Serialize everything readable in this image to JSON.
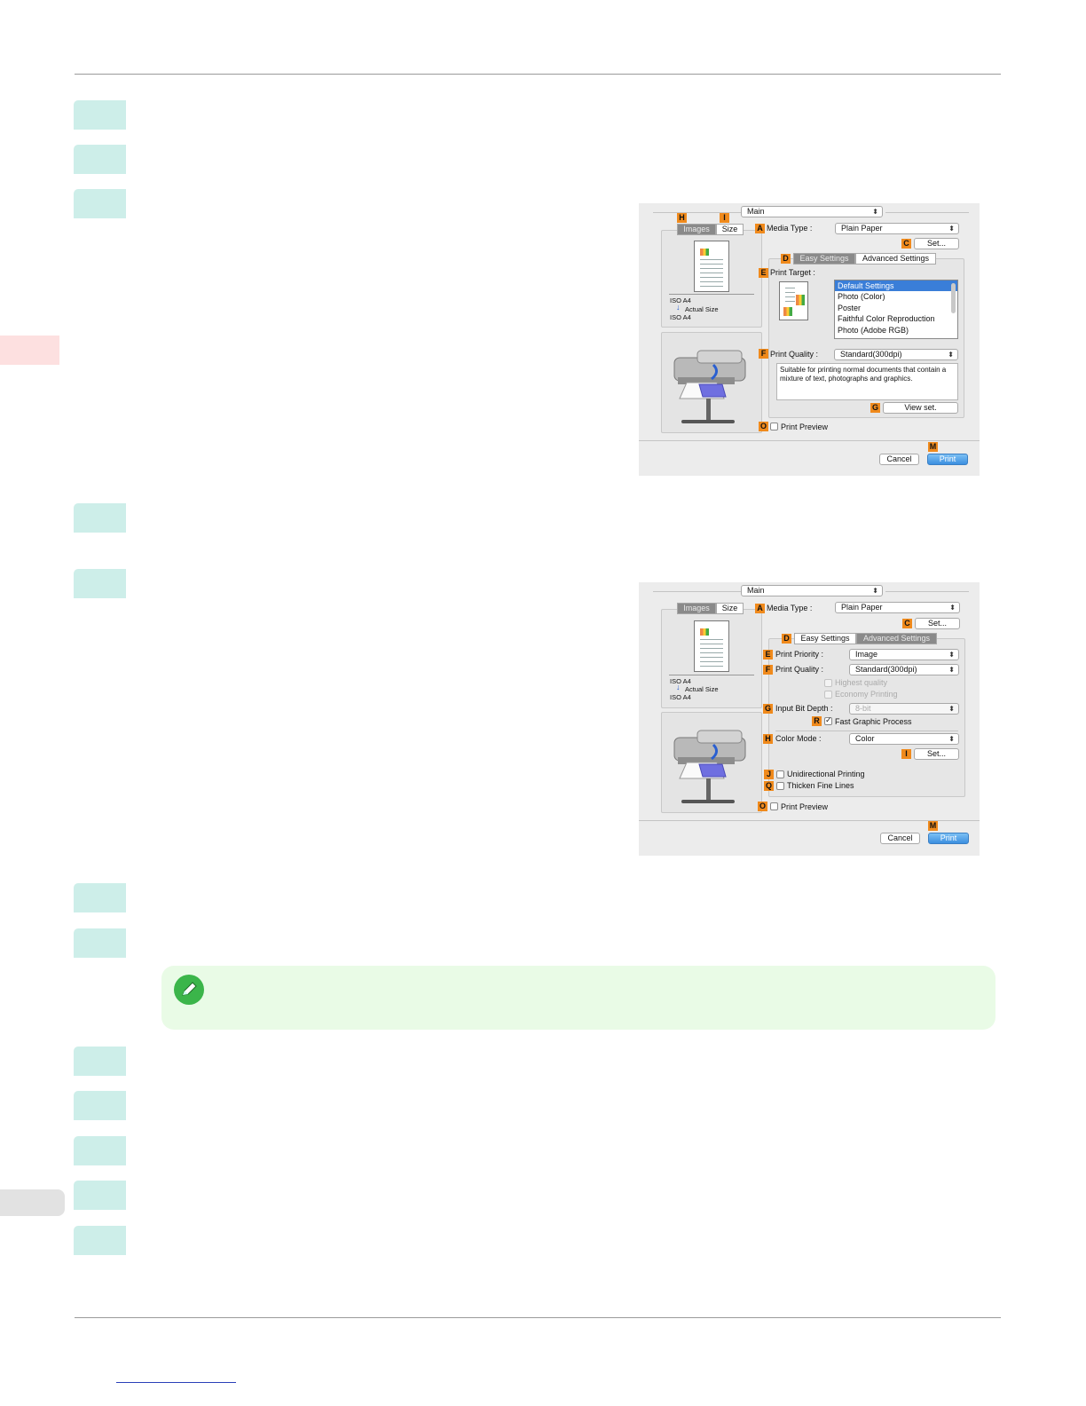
{
  "colors": {
    "step_tab": "#cdeee9",
    "side_tab_active": "#fde0e0",
    "side_tab_footer": "#e2e2e2",
    "note_bg": "#e9fbe6",
    "badge": "#f08a1c",
    "accent_blue": "#3a7ed8"
  },
  "dialog1": {
    "panel_menu": "Main",
    "tabs": {
      "images": "Images",
      "size": "Size"
    },
    "letters": {
      "h": "H",
      "i": "I",
      "a": "A",
      "c": "C",
      "d": "D",
      "e": "E",
      "f": "F",
      "g": "G",
      "o": "O",
      "m": "M"
    },
    "media_type_label": "Media Type :",
    "media_type_value": "Plain Paper",
    "set_button": "Set...",
    "mode_tabs": {
      "easy": "Easy Settings",
      "advanced": "Advanced Settings"
    },
    "print_target_label": "Print Target :",
    "print_targets": [
      "Default Settings",
      "Photo (Color)",
      "Poster",
      "Faithful Color Reproduction",
      "Photo (Adobe RGB)"
    ],
    "paper_info": {
      "from": "ISO A4",
      "scale": "Actual Size",
      "to": "ISO A4"
    },
    "print_quality_label": "Print Quality :",
    "print_quality_value": "Standard(300dpi)",
    "description": "Suitable for printing normal documents that contain a mixture of text, photographs and graphics.",
    "view_set_button": "View set.",
    "print_preview": "Print Preview",
    "cancel": "Cancel",
    "print": "Print"
  },
  "dialog2": {
    "panel_menu": "Main",
    "tabs": {
      "images": "Images",
      "size": "Size"
    },
    "letters": {
      "a": "A",
      "c": "C",
      "d": "D",
      "e": "E",
      "f": "F",
      "g": "G",
      "r": "R",
      "h": "H",
      "i": "I",
      "j": "J",
      "q": "Q",
      "o": "O",
      "m": "M"
    },
    "media_type_label": "Media Type :",
    "media_type_value": "Plain Paper",
    "set_button": "Set...",
    "mode_tabs": {
      "easy": "Easy Settings",
      "advanced": "Advanced Settings"
    },
    "paper_info": {
      "from": "ISO A4",
      "scale": "Actual Size",
      "to": "ISO A4"
    },
    "print_priority_label": "Print Priority :",
    "print_priority_value": "Image",
    "print_quality_label": "Print Quality :",
    "print_quality_value": "Standard(300dpi)",
    "highest_quality": "Highest quality",
    "economy_printing": "Economy Printing",
    "input_bit_depth_label": "Input Bit Depth :",
    "input_bit_depth_value": "8-bit",
    "fast_graphic": "Fast Graphic Process",
    "color_mode_label": "Color Mode :",
    "color_mode_value": "Color",
    "color_set_button": "Set...",
    "unidirectional": "Unidirectional Printing",
    "thicken": "Thicken Fine Lines",
    "print_preview": "Print Preview",
    "cancel": "Cancel",
    "print": "Print"
  }
}
